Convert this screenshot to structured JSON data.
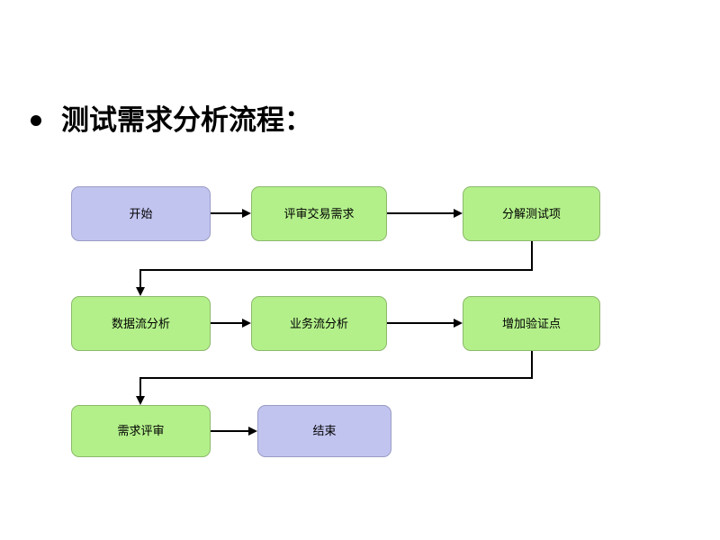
{
  "slide": {
    "title": "测试需求分析流程：",
    "bullet_glyph": "•",
    "background_color": "#ffffff"
  },
  "colors": {
    "green_fill": "#b3f08a",
    "green_border": "#8cb96b",
    "purple_fill": "#c2c4f0",
    "purple_border": "#9a9cc4",
    "connector": "#000000",
    "text": "#000000"
  },
  "diagram": {
    "type": "flowchart",
    "nodes": [
      {
        "id": "start",
        "label": "开始",
        "style": "purple",
        "row": 1,
        "col": 1
      },
      {
        "id": "review",
        "label": "评审交易需求",
        "style": "green",
        "row": 1,
        "col": 2
      },
      {
        "id": "decompose",
        "label": "分解测试项",
        "style": "green",
        "row": 1,
        "col": 3
      },
      {
        "id": "dataflow",
        "label": "数据流分析",
        "style": "green",
        "row": 2,
        "col": 1
      },
      {
        "id": "bizflow",
        "label": "业务流分析",
        "style": "green",
        "row": 2,
        "col": 2
      },
      {
        "id": "verify",
        "label": "增加验证点",
        "style": "green",
        "row": 2,
        "col": 3
      },
      {
        "id": "reqreview",
        "label": "需求评审",
        "style": "green",
        "row": 3,
        "col": 1
      },
      {
        "id": "end",
        "label": "结束",
        "style": "purple",
        "row": 3,
        "col": 2
      }
    ],
    "edges": [
      {
        "from": "start",
        "to": "review",
        "direction": "right"
      },
      {
        "from": "review",
        "to": "decompose",
        "direction": "right"
      },
      {
        "from": "decompose",
        "to": "dataflow",
        "direction": "down-left-down"
      },
      {
        "from": "dataflow",
        "to": "bizflow",
        "direction": "right"
      },
      {
        "from": "bizflow",
        "to": "verify",
        "direction": "right"
      },
      {
        "from": "verify",
        "to": "reqreview",
        "direction": "down-left-down"
      },
      {
        "from": "reqreview",
        "to": "end",
        "direction": "right"
      }
    ]
  }
}
